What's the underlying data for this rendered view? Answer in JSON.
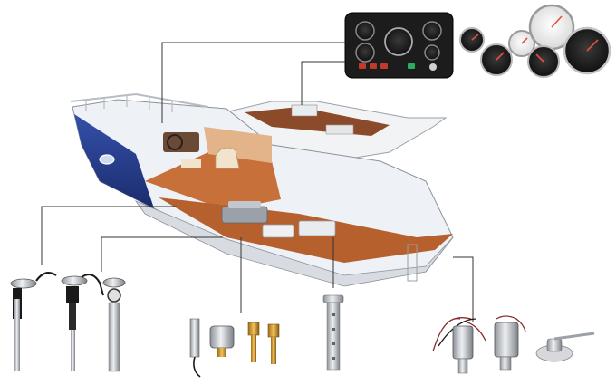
{
  "palette": {
    "hull_blue": "#2a3f8f",
    "hull_white": "#eef1f5",
    "deck_wood": "#a0522d",
    "interior_wood": "#c8703a",
    "panel_black": "#1c1c1c",
    "gauge_white": "#f4f4f4",
    "steel": "#c9ccd1",
    "leader_line": "#333333"
  },
  "components": [
    "instrument-panel",
    "gauge-cluster",
    "fuel-level-sensors",
    "temperature-pressure-senders",
    "water-level-sensor",
    "trim-angle-senders",
    "rudder-angle-sender"
  ]
}
